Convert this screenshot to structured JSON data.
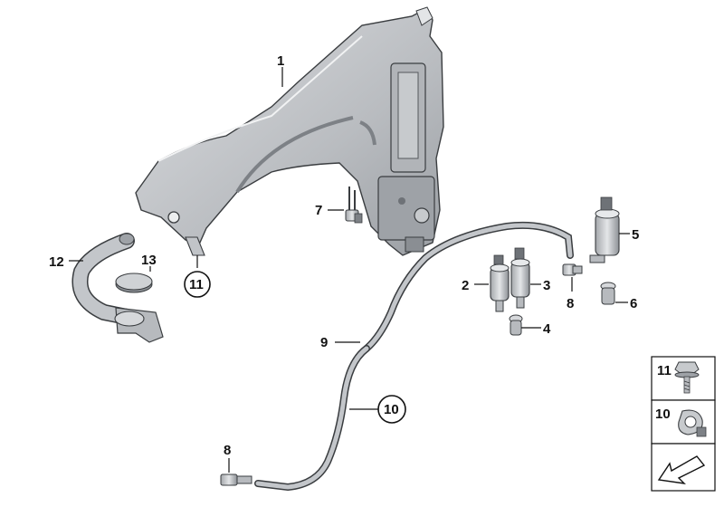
{
  "labels": {
    "tank": "1",
    "pump_left": "2",
    "pump_right": "3",
    "filter_small": "4",
    "pump_single": "5",
    "filter_right": "6",
    "sensor": "7",
    "connector_upper": "8",
    "connector_lower": "8",
    "hose_main": "9",
    "hose_circled": "10",
    "nut_circled": "11",
    "filler_pipe": "12",
    "cap": "13"
  },
  "legend": {
    "item_top": "11",
    "item_middle": "10"
  },
  "colors": {
    "part_fill": "#c9ccd0",
    "part_dark": "#8e9297",
    "outline": "#3a3d40"
  },
  "icons": {
    "legend_nut": "flange-nut-icon",
    "legend_clip": "hose-clip-icon",
    "legend_arrow": "arrow-down-left-icon"
  }
}
